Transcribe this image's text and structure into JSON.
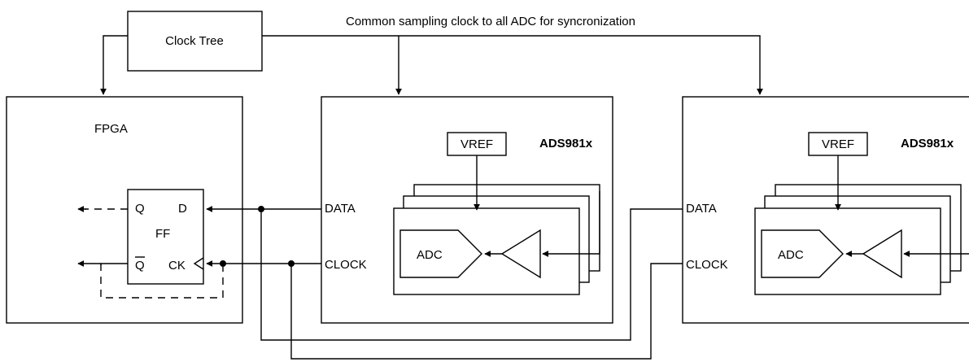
{
  "caption": "Common sampling clock to all ADC for syncronization",
  "clock_tree": {
    "label": "Clock Tree"
  },
  "fpga": {
    "label": "FPGA",
    "flip_flop": {
      "label": "FF",
      "q": "Q",
      "d": "D",
      "qbar": "Q",
      "ck": "CK"
    }
  },
  "adc_blocks": [
    {
      "chip_label": "ADS981x",
      "vref": "VREF",
      "adc": "ADC",
      "data_pin": "DATA",
      "clock_pin": "CLOCK"
    },
    {
      "chip_label": "ADS981x",
      "vref": "VREF",
      "adc": "ADC",
      "data_pin": "DATA",
      "clock_pin": "CLOCK"
    }
  ]
}
